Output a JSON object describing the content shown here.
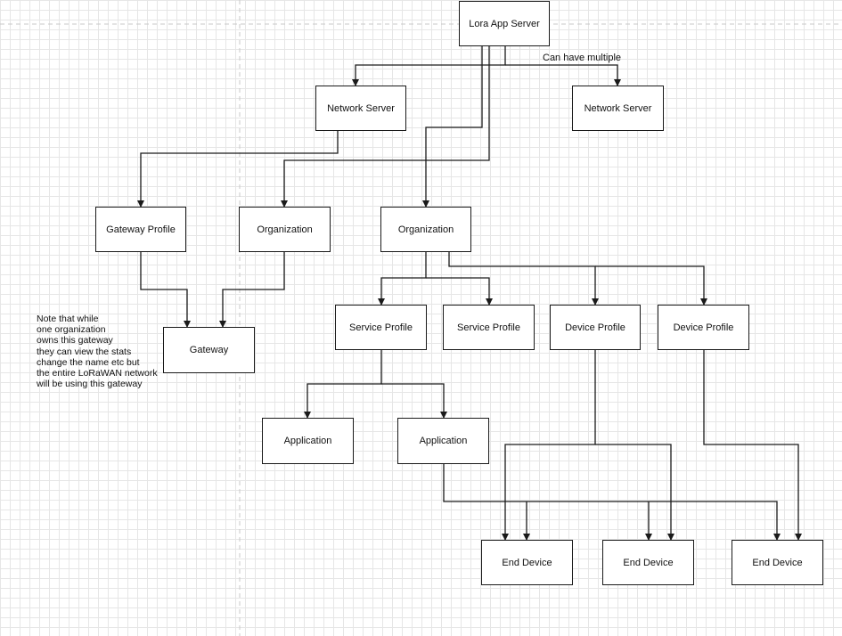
{
  "nodes": {
    "lora_app_server": "Lora App Server",
    "network_server_a": "Network Server",
    "network_server_b": "Network Server",
    "gateway_profile": "Gateway Profile",
    "organization_a": "Organization",
    "organization_b": "Organization",
    "gateway": "Gateway",
    "service_profile_a": "Service Profile",
    "service_profile_b": "Service Profile",
    "device_profile_a": "Device Profile",
    "device_profile_b": "Device Profile",
    "application_a": "Application",
    "application_b": "Application",
    "end_device_a": "End Device",
    "end_device_b": "End Device",
    "end_device_c": "End Device"
  },
  "annotations": {
    "can_have_multiple": "Can have multiple"
  },
  "note": [
    "Note that while",
    "one organization",
    "owns this gateway",
    "they can view the stats",
    "change the name etc but",
    "the entire LoRaWAN network",
    "will be using this gateway"
  ],
  "colors": {
    "stroke": "#1a1a1a",
    "grid": "#e6e6e6",
    "guide": "#c8c8c8"
  }
}
